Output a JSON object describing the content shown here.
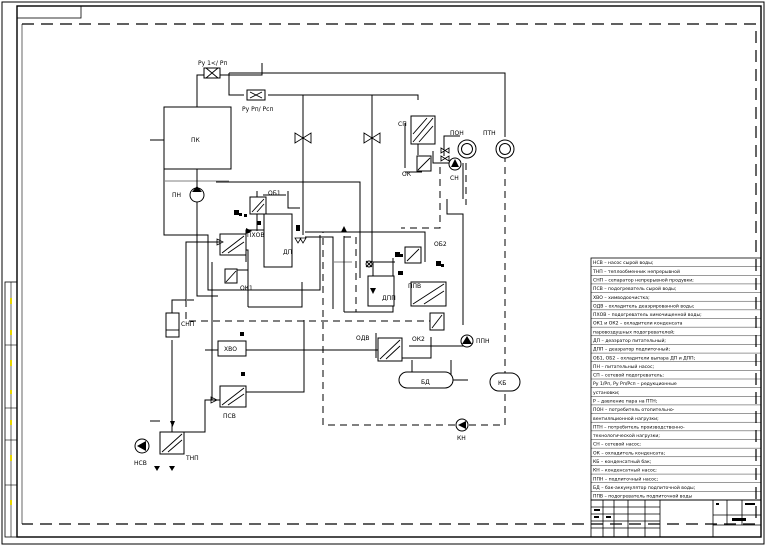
{
  "labels": {
    "ru1": "Ру 1</ Рп",
    "ru2": "Ру Рп/ Рсп",
    "pk": "ПК",
    "pn": "ПН",
    "sp": "СП",
    "pon": "ПОН",
    "ptn": "ПТН",
    "ok": "ОК",
    "sn": "СН",
    "ob1": "ОБ1",
    "pkhov": "ПХОВ",
    "dp": "ДП",
    "ob2": "ОБ2",
    "dpp": "ДПП",
    "ppv": "ППВ",
    "ok1": "ОК1",
    "snp": "СНП",
    "khvo": "ХВО",
    "odv": "ОДВ",
    "ok2": "ОК2",
    "ppn": "ППН",
    "bd": "БД",
    "kb": "КБ",
    "psv": "ПСВ",
    "kn": "КН",
    "nsv": "НСВ",
    "tnp": "ТНП"
  },
  "legend": [
    "НСВ – насос сырой воды;",
    "ТНП – теплообменник непрерывной",
    "СНП – сепаратор непрерывной продувки;",
    "ПСВ – подогреватель сырой воды;",
    "ХВО – химводоочистка;",
    "ОДВ – охладитель деаэрированной воды;",
    "ПХОВ – подогреватель химочищенной воды;",
    "ОК1 и ОК2 – охладители конденсата",
    "паровоздушных подогревателей;",
    "ДП – деаэратор питательный;",
    "ДПП – деаэратор подпиточный;",
    "ОБ1, ОБ2 – охладители выпара ДП и ДПП;",
    "ПН – питательный насос;",
    "СП – сетевой подогреватель;",
    "Ру 1/Рп, Ру Рп/Рсп – редукционные",
    "установки;",
    "Р – давление пара на ПТН;",
    "ПОН – потребитель отопительно-",
    "вентиляционной нагрузки;",
    "ПТН – потребитель производственно-",
    "технологической нагрузки;",
    "СН – сетевой насос;",
    "ОК – охладитель конденсата;",
    "КБ – конденсатный бак;",
    "КН – конденсатный насос;",
    "ППН – подпиточный насос;",
    "БД – бак-аккумулятор подпиточной воды;",
    "ППВ – подогреватель подпиточной воды"
  ]
}
